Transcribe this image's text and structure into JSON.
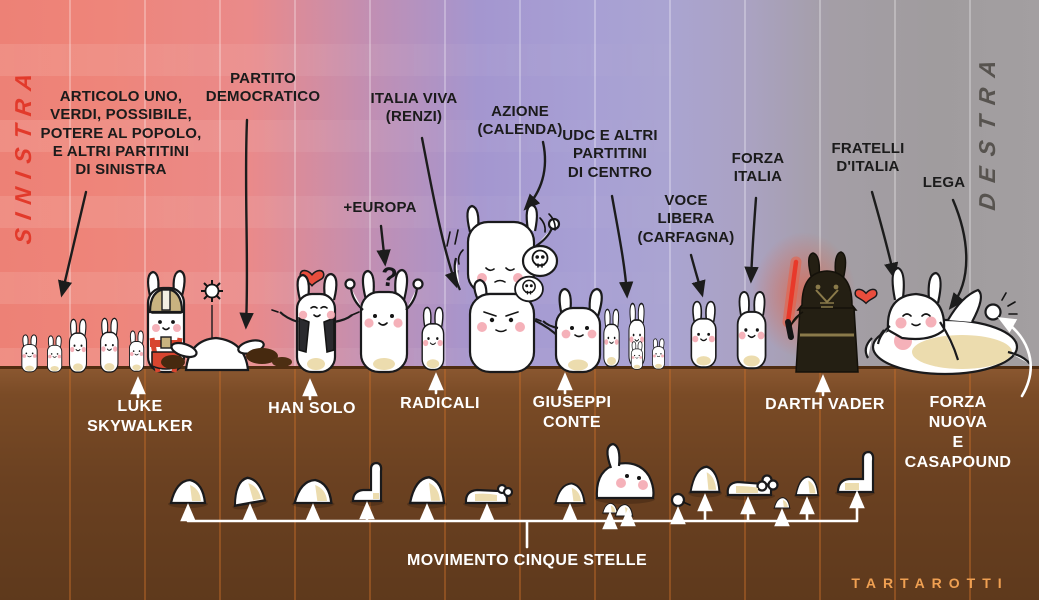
{
  "title": "Italian political spectrum cartoon (rabbits)",
  "axis": {
    "left": "SINISTRA",
    "right": "DESTRA"
  },
  "party_labels": {
    "partitini_sinistra": "ARTICOLO UNO,\nVERDI, POSSIBILE,\nPOTERE AL POPOLO,\nE ALTRI PARTITINI\nDI SINISTRA",
    "partito_democratico": "PARTITO\nDEMOCRATICO",
    "piu_europa": "+EUROPA",
    "italia_viva": "ITALIA VIVA\n(RENZI)",
    "azione": "AZIONE\n(CALENDA)",
    "udc": "UDC E ALTRI\nPARTITINI\nDI CENTRO",
    "voce_libera": "VOCE\nLIBERA\n(CARFAGNA)",
    "forza_italia": "FORZA\nITALIA",
    "fratelli_ditalia": "FRATELLI\nD'ITALIA",
    "lega": "LEGA"
  },
  "character_labels": {
    "luke_skywalker": "LUKE\nSKYWALKER",
    "han_solo": "HAN SOLO",
    "radicali": "RADICALI",
    "giuseppi_conte": "GIUSEPPI\nCONTE",
    "darth_vader": "DARTH VADER",
    "forza_nuova": "FORZA NUOVA\nE CASAPOUND",
    "movimento_cinque_stelle": "MOVIMENTO CINQUE STELLE"
  },
  "decor": {
    "question_mark": "?"
  },
  "signature": "TARTAROTTI",
  "colors": {
    "sinistra_text": "#e23a2b",
    "destra_text": "#57534f",
    "sky_left_red": "#ee857a",
    "sky_mid_violet": "#a79fd4",
    "sky_right_gray": "#a09c9e",
    "ground_brown": "#6b4121",
    "label_ink": "#1b1b1b",
    "ground_label_white": "#ffffff",
    "signature_orange": "#f0a052",
    "lightsaber_red": "#e8392a"
  }
}
